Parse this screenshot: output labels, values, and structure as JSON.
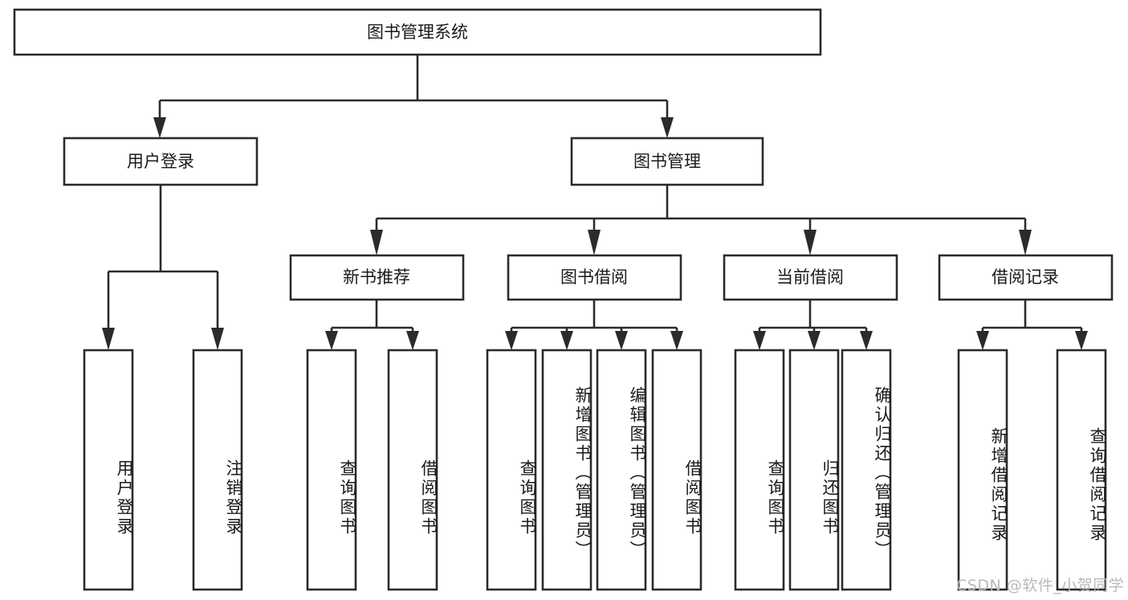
{
  "diagram": {
    "title": "图书管理系统",
    "type": "tree",
    "root": {
      "label": "图书管理系统",
      "id": "root"
    },
    "level2": [
      {
        "id": "user-login",
        "label": "用户登录"
      },
      {
        "id": "book-manage",
        "label": "图书管理"
      }
    ],
    "level3": [
      {
        "id": "new-book-rec",
        "label": "新书推荐",
        "parent": "book-manage"
      },
      {
        "id": "book-borrow",
        "label": "图书借阅",
        "parent": "book-manage"
      },
      {
        "id": "current-borrow",
        "label": "当前借阅",
        "parent": "book-manage"
      },
      {
        "id": "borrow-record",
        "label": "借阅记录",
        "parent": "book-manage"
      }
    ],
    "leaves": {
      "user-login": [
        {
          "id": "leaf-user-login",
          "label": "用户登录"
        },
        {
          "id": "leaf-user-logout",
          "label": "注销登录"
        }
      ],
      "new-book-rec": [
        {
          "id": "leaf-query-book-1",
          "label": "查询图书"
        },
        {
          "id": "leaf-borrow-book-1",
          "label": "借阅图书"
        }
      ],
      "book-borrow": [
        {
          "id": "leaf-query-book-2",
          "label": "查询图书"
        },
        {
          "id": "leaf-add-book",
          "label": "新增图书（管理员）"
        },
        {
          "id": "leaf-edit-book",
          "label": "编辑图书（管理员）"
        },
        {
          "id": "leaf-borrow-book-2",
          "label": "借阅图书"
        }
      ],
      "current-borrow": [
        {
          "id": "leaf-query-book-3",
          "label": "查询图书"
        },
        {
          "id": "leaf-return-book",
          "label": "归还图书"
        },
        {
          "id": "leaf-confirm-return",
          "label": "确认归还（管理员）"
        }
      ],
      "borrow-record": [
        {
          "id": "leaf-add-record",
          "label": "新增借阅记录"
        },
        {
          "id": "leaf-query-record",
          "label": "查询借阅记录"
        }
      ]
    },
    "watermark": "CSDN @软件_小贺同学",
    "colors": {
      "stroke": "#2b2b2b",
      "fill": "#ffffff",
      "text": "#1a1a1a",
      "watermark": "#b9b9b9",
      "background": "#ffffff"
    }
  }
}
